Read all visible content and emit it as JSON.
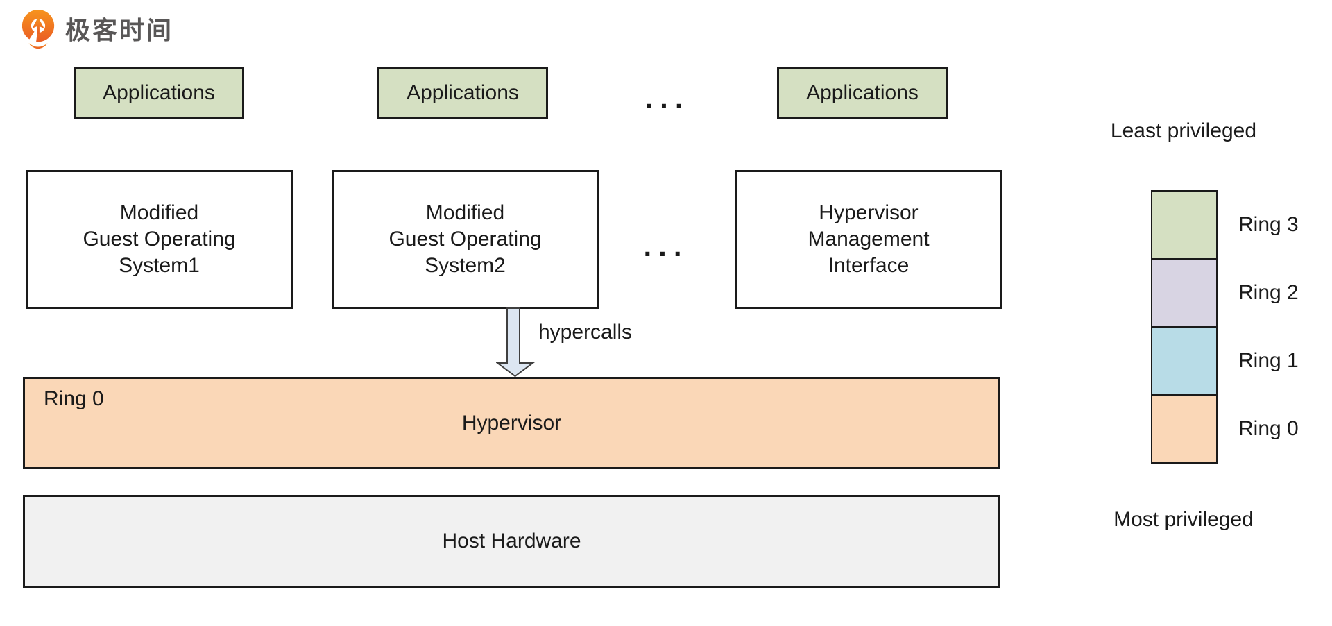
{
  "logo": {
    "brand": "极客时间"
  },
  "colors": {
    "app_green": "#d5e0c2",
    "hypervisor_orange": "#fad7b7",
    "host_gray": "#f1f1f1",
    "ring2_lavender": "#d8d4e3",
    "ring1_blue": "#b8dce7",
    "arrow_fill": "#dce6f2",
    "border": "#1a1a1a",
    "logo_orange": "#f0741f"
  },
  "app_row": {
    "box1": "Applications",
    "box2": "Applications",
    "box3": "Applications",
    "ellipsis": "..."
  },
  "os_row": {
    "box1": {
      "lines": [
        "Modified",
        "Guest Operating",
        "System1"
      ]
    },
    "box2": {
      "lines": [
        "Modified",
        "Guest Operating",
        "System2"
      ]
    },
    "box3": {
      "lines": [
        "Hypervisor",
        "Management",
        "Interface"
      ]
    },
    "ellipsis": "..."
  },
  "arrow": {
    "label": "hypercalls"
  },
  "hypervisor_bar": {
    "ring_tag": "Ring 0",
    "title": "Hypervisor"
  },
  "host_bar": {
    "title": "Host Hardware"
  },
  "legend": {
    "top_label": "Least privileged",
    "bottom_label": "Most privileged",
    "rings": [
      {
        "label": "Ring 3",
        "color": "#d5e0c2"
      },
      {
        "label": "Ring 2",
        "color": "#d8d4e3"
      },
      {
        "label": "Ring 1",
        "color": "#b8dce7"
      },
      {
        "label": "Ring 0",
        "color": "#fad7b7"
      }
    ]
  }
}
